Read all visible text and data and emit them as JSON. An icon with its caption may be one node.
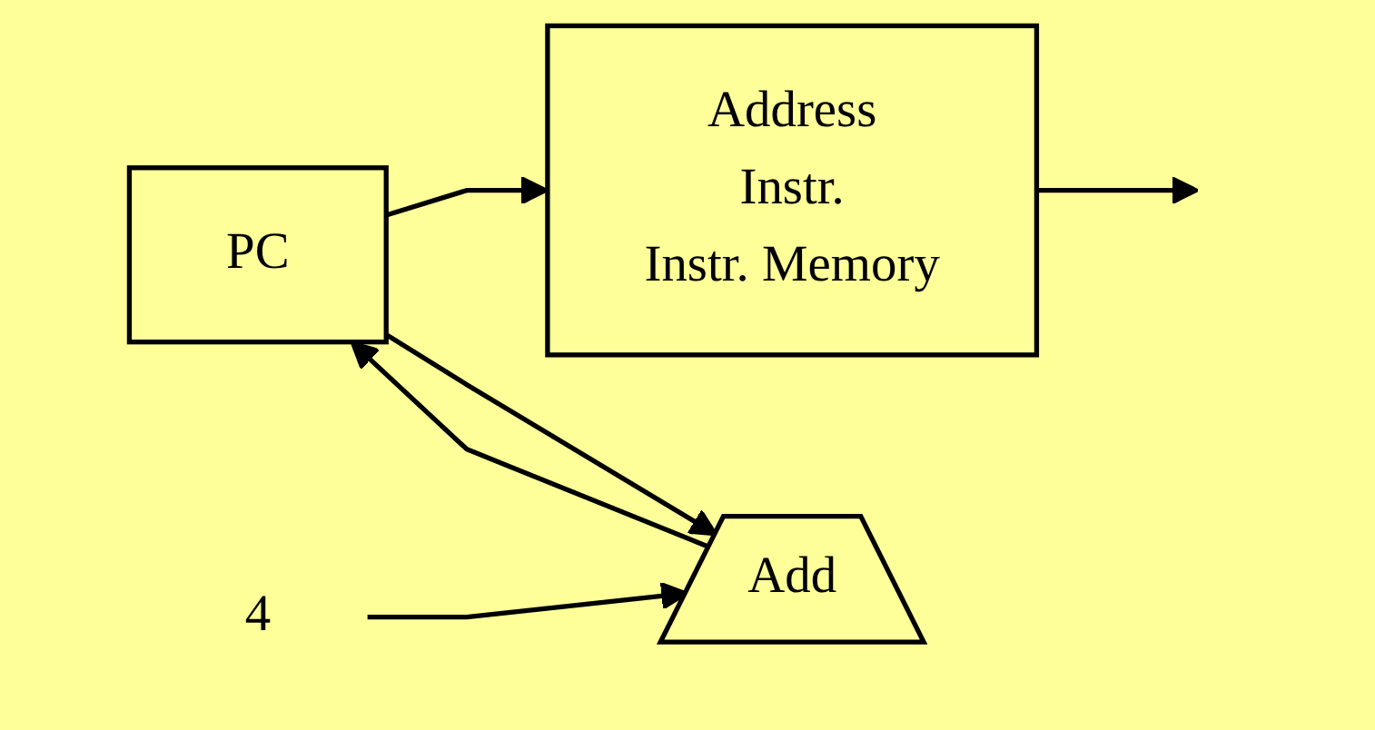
{
  "diagram": {
    "nodes": [
      {
        "text": [
          "PC"
        ]
      },
      {
        "text": [
          "Address",
          "Instr.",
          "Instr. Memory"
        ]
      },
      {
        "text": [
          "Add"
        ]
      },
      {
        "text": [
          "4"
        ]
      }
    ],
    "edges": [
      {
        "from": 0,
        "to": 1,
        "arrow": "to"
      },
      {
        "from": 0,
        "to": 2,
        "arrow": "to"
      },
      {
        "from": 3,
        "to": 2,
        "arrow": "to"
      },
      {
        "from": 2,
        "to": 0,
        "arrow": "to"
      },
      {
        "from": 1,
        "to": null,
        "arrow": "to"
      }
    ]
  }
}
